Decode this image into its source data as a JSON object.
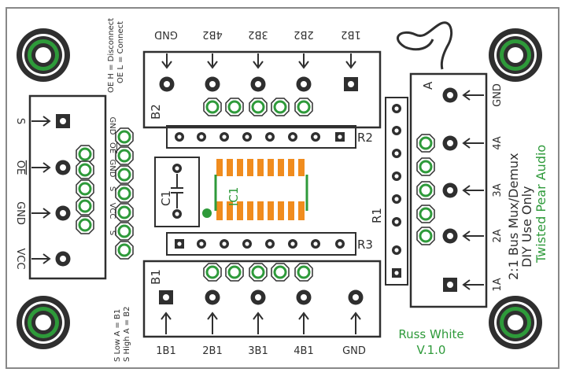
{
  "board": {
    "product_title": "2:1 Bus Mux/Demux",
    "subtitle": "DIY Use Only",
    "maker": "Twisted Pear Audio",
    "author": "Russ White",
    "version": "V.1.0"
  },
  "colors": {
    "background": "#ffffff",
    "silkscreen": "#2f2f2f",
    "copper": "#2e9a3a",
    "smd_pad": "#f08c1e",
    "board_edge": "#888888"
  },
  "connectors": {
    "b2": {
      "ref": "B2",
      "labels": [
        "GND",
        "4B2",
        "3B2",
        "2B2",
        "1B2"
      ]
    },
    "b1": {
      "ref": "B1",
      "labels": [
        "1B1",
        "2B1",
        "3B1",
        "4B1",
        "GND"
      ]
    },
    "a": {
      "ref": "A",
      "labels": [
        "GND",
        "4A",
        "3A",
        "2A",
        "1A"
      ]
    },
    "ctrl": {
      "labels": [
        "S",
        "OE",
        "GND",
        "VCC"
      ]
    }
  },
  "header_labels": [
    "GND",
    "OE",
    "GND",
    "S",
    "VCC",
    "S"
  ],
  "components": {
    "r1": "R1",
    "r2": "R2",
    "r3": "R3",
    "c1": "C1",
    "ic1": "IC1"
  },
  "notes": {
    "oe_high": "OE H = Disconnect",
    "oe_low": "OE L = Connect",
    "s_low": "S Low  A = B1",
    "s_high": "S High A = B2"
  }
}
